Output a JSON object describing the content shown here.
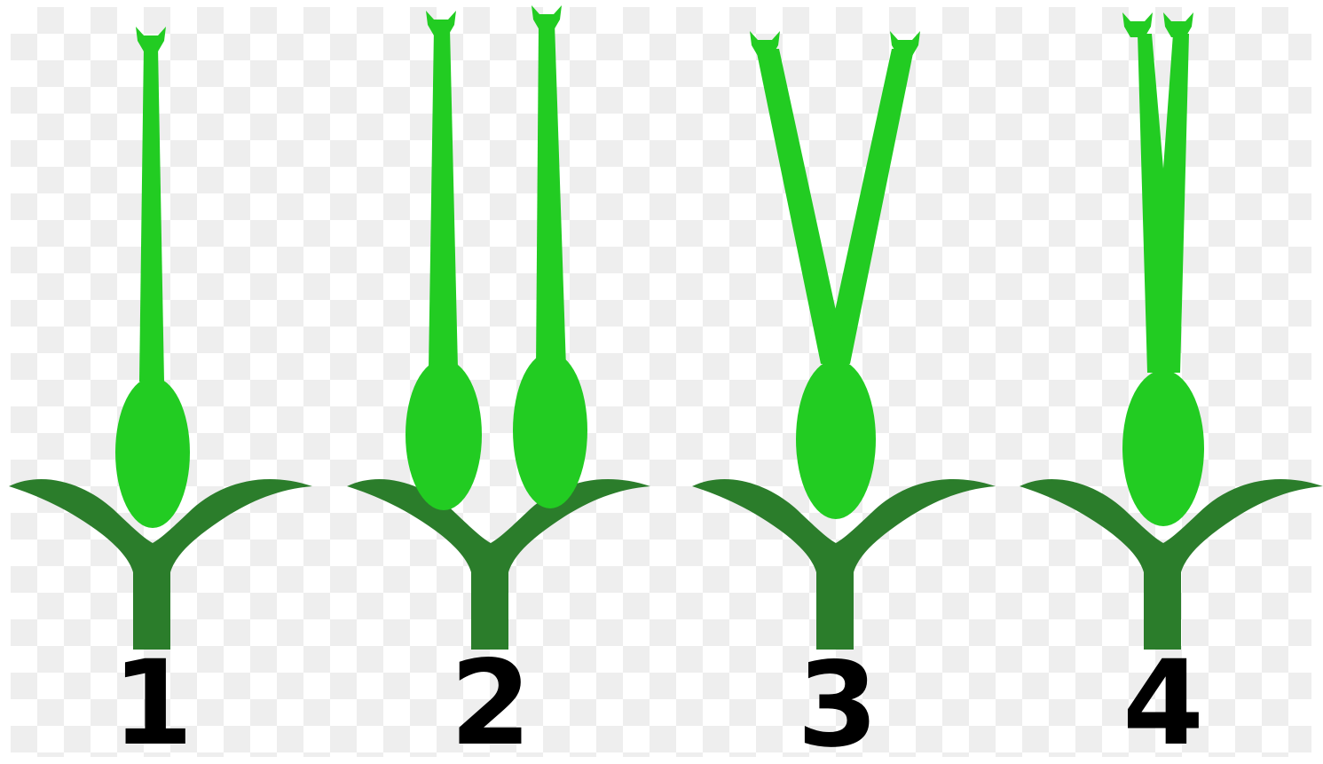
{
  "colors": {
    "pistil": "#22cc22",
    "receptacle": "#2b7d2b",
    "label": "#000000",
    "checker_light": "#ffffff",
    "checker_dark": "#eeeeee"
  },
  "figures": [
    {
      "label": "1"
    },
    {
      "label": "2"
    },
    {
      "label": "3"
    },
    {
      "label": "4"
    }
  ]
}
